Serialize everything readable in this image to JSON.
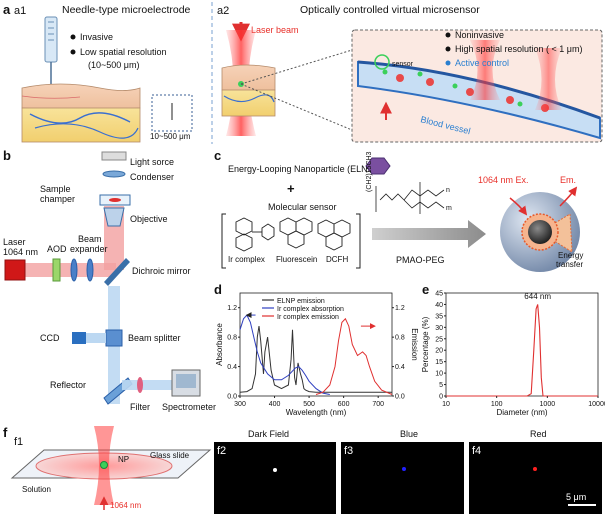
{
  "panels": {
    "a": "a",
    "b": "b",
    "c": "c",
    "d": "d",
    "e": "e",
    "f": "f"
  },
  "a1": {
    "label": "a1",
    "title": "Needle-type microelectrode",
    "bullets": [
      "Invasive",
      "Low spatial resolution"
    ],
    "range": "(10~500 μm)",
    "scale": "10~500 μm"
  },
  "a2": {
    "label": "a2",
    "title": "Optically controlled virtual microsensor",
    "laser": "Laser beam",
    "bullets": [
      "Noninvasive",
      "High spatial resolution ( < 1 μm)",
      "Active control"
    ],
    "vessel": "Blood vessel",
    "sensor": "sensor"
  },
  "b": {
    "labels": [
      "Light sorce",
      "Condenser",
      "Sample\nchamper",
      "Objective",
      "Laser\n1064 nm",
      "AOD",
      "Beam\nexpander",
      "Dichroic mirror",
      "CCD",
      "Beam splitter",
      "Reflector",
      "Filter",
      "Spectrometer"
    ]
  },
  "c": {
    "elnp": "Energy-Looping Nanoparticle (ELNP)",
    "plus": "+",
    "sensor": "Molecular sensor",
    "molecules": [
      "Ir complex",
      "Fluorescein",
      "DCFH"
    ],
    "polymer": "PMAO-PEG",
    "ex": "1064 nm Ex.",
    "em": "Em.",
    "transfer": "Energy\ntransfer",
    "subscripts": {
      "ch": "(CH2)15CH3",
      "n": "n",
      "m": "m"
    }
  },
  "chart_data": [
    {
      "panel": "d",
      "type": "line",
      "xlabel": "Wavelength (nm)",
      "ylabel": "Absorbance",
      "y2label": "Emission",
      "xlim": [
        300,
        740
      ],
      "ylim": [
        0,
        1.4
      ],
      "y2lim": [
        0,
        1.4
      ],
      "xticks": [
        300,
        400,
        500,
        600,
        700
      ],
      "yticks": [
        0.0,
        0.4,
        0.8,
        1.2
      ],
      "y2ticks": [
        0.0,
        0.4,
        0.8,
        1.2
      ],
      "legend": "top-left",
      "series": [
        {
          "name": "ELNP emission",
          "color": "#333333",
          "x": [
            300,
            320,
            335,
            345,
            350,
            355,
            360,
            368,
            372,
            380,
            390,
            400,
            420,
            440,
            448,
            452,
            455,
            458,
            462,
            468,
            475,
            480,
            485,
            490,
            500,
            520,
            560,
            600,
            700,
            740
          ],
          "y": [
            0.05,
            0.06,
            0.1,
            0.3,
            0.8,
            0.95,
            0.75,
            0.3,
            0.6,
            0.8,
            0.35,
            0.15,
            0.1,
            0.15,
            0.5,
            0.9,
            0.6,
            0.25,
            0.15,
            0.45,
            0.3,
            0.22,
            0.1,
            0.08,
            0.06,
            0.05,
            0.05,
            0.05,
            0.05,
            0.05
          ]
        },
        {
          "name": "Ir complex absorption",
          "color": "#3040c0",
          "x": [
            300,
            310,
            320,
            330,
            340,
            350,
            360,
            380,
            400,
            420,
            440,
            460,
            470,
            480,
            490,
            500,
            520,
            540,
            560
          ],
          "y": [
            0.9,
            1.05,
            1.1,
            1.0,
            0.8,
            0.6,
            0.45,
            0.3,
            0.22,
            0.22,
            0.28,
            0.38,
            0.4,
            0.35,
            0.28,
            0.2,
            0.1,
            0.04,
            0.02
          ]
        },
        {
          "name": "Ir complex emission",
          "color": "#e03030",
          "x": [
            520,
            540,
            560,
            575,
            585,
            595,
            605,
            615,
            625,
            640,
            655,
            665,
            675,
            690,
            710,
            740
          ],
          "y": [
            0.02,
            0.05,
            0.15,
            0.4,
            0.75,
            1.0,
            1.05,
            0.95,
            0.7,
            0.55,
            0.6,
            0.55,
            0.4,
            0.2,
            0.08,
            0.02
          ]
        }
      ]
    },
    {
      "panel": "e",
      "type": "line",
      "xlabel": "Diameter (nm)",
      "ylabel": "Percentage (%)",
      "xscale": "log",
      "xlim": [
        10,
        10000
      ],
      "ylim": [
        0,
        45
      ],
      "xticks": [
        10,
        100,
        1000,
        10000
      ],
      "yticks": [
        0,
        5,
        10,
        15,
        20,
        25,
        30,
        35,
        40,
        45
      ],
      "annotation": "644 nm",
      "series": [
        {
          "color": "#e03030",
          "x": [
            10,
            400,
            480,
            540,
            600,
            644,
            700,
            760,
            820,
            10000
          ],
          "y": [
            0,
            0,
            1,
            20,
            38,
            40,
            30,
            8,
            0,
            0
          ]
        }
      ]
    }
  ],
  "f": {
    "label_f1": "f1",
    "np": "NP",
    "glass": "Glass slide",
    "solution": "Solution",
    "laser": "1064 nm",
    "images": [
      {
        "label": "f2",
        "title": "Dark Field",
        "dot": "#ffffff"
      },
      {
        "label": "f3",
        "title": "Blue",
        "dot": "#2020ff"
      },
      {
        "label": "f4",
        "title": "Red",
        "dot": "#ff2020"
      }
    ],
    "scale": "5 μm"
  }
}
